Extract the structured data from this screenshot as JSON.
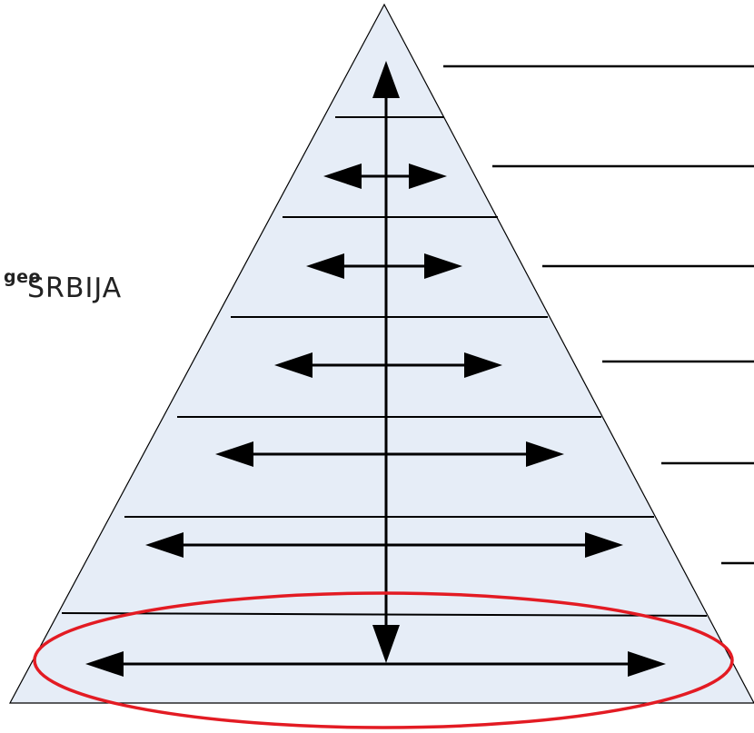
{
  "logo": {
    "small_text": "geo",
    "large_text": "SRBIJA"
  },
  "diagram": {
    "type": "pyramid",
    "levels": 7,
    "highlighted_level": "bottom",
    "colors": {
      "fill": "#e6edf7",
      "outline": "#000000",
      "highlight": "#e31b23"
    }
  }
}
